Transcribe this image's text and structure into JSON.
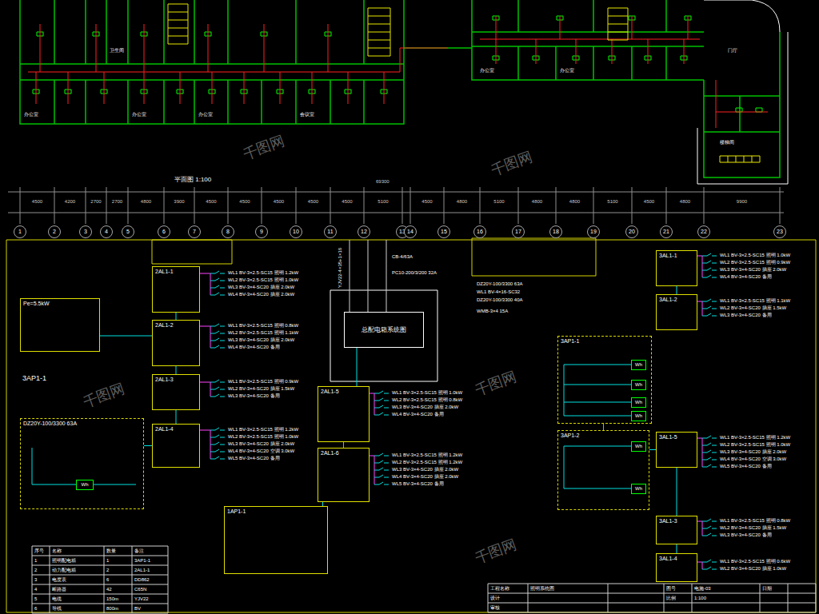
{
  "diagram": {
    "nodes": [
      {
        "text": [
          "1"
        ]
      },
      {
        "text": [
          "2"
        ]
      },
      {
        "text": [
          "3"
        ]
      },
      {
        "text": [
          "4"
        ]
      },
      {
        "text": [
          "5"
        ]
      },
      {
        "text": [
          "6"
        ]
      },
      {
        "text": [
          "7"
        ]
      },
      {
        "text": [
          "8"
        ]
      },
      {
        "text": [
          "9"
        ]
      },
      {
        "text": [
          "10"
        ]
      },
      {
        "text": [
          "11"
        ]
      },
      {
        "text": [
          "12"
        ]
      },
      {
        "text": [
          "13"
        ]
      },
      {
        "text": [
          "14"
        ]
      },
      {
        "text": [
          "15"
        ]
      },
      {
        "text": [
          "16"
        ]
      },
      {
        "text": [
          "17"
        ]
      },
      {
        "text": [
          "18"
        ]
      },
      {
        "text": [
          "19"
        ]
      },
      {
        "text": [
          "20"
        ]
      },
      {
        "text": [
          "21"
        ]
      },
      {
        "text": [
          "22"
        ]
      },
      {
        "text": [
          "23"
        ]
      },
      {
        "text": [
          "Pe=5.5kW"
        ]
      },
      {
        "text": [
          "2AL1-1"
        ]
      },
      {
        "text": [
          "2AL1-2"
        ]
      },
      {
        "text": [
          "2AL1-3"
        ]
      },
      {
        "text": [
          "DZ20Y-100/3300 63A"
        ]
      },
      {
        "text": [
          "Wh"
        ],
        "in": 27
      },
      {
        "text": [
          "2AL1-4"
        ]
      },
      {
        "text": [
          "总配电箱系统图"
        ]
      },
      {
        "text": [
          "2AL1-5"
        ]
      },
      {
        "text": [
          "2AL1-6"
        ]
      },
      {
        "text": [
          "1AP1-1"
        ]
      },
      {
        "text": [
          "3AP1-1"
        ]
      },
      {
        "text": [
          "Wh"
        ],
        "in": 34
      },
      {
        "text": [
          "Wh"
        ],
        "in": 34
      },
      {
        "text": [
          "Wh"
        ],
        "in": 34
      },
      {
        "text": [
          "Wh"
        ],
        "in": 34
      },
      {
        "text": [
          "3AP1-2"
        ]
      },
      {
        "text": [
          "Wh"
        ],
        "in": 39
      },
      {
        "text": [
          "Wh"
        ],
        "in": 39
      },
      {
        "text": [
          "3AL1-1"
        ]
      },
      {
        "text": [
          "3AL1-2"
        ]
      },
      {
        "text": [
          "3AL1-3"
        ]
      },
      {
        "text": [
          "3AL1-4"
        ]
      },
      {
        "text": [
          "3AL1-5"
        ]
      }
    ],
    "edges": [
      {
        "from": 23,
        "to": 25,
        "arrow": "none"
      },
      {
        "from": 24,
        "to": 25,
        "arrow": "none"
      },
      {
        "from": 25,
        "to": 26,
        "arrow": "none"
      },
      {
        "from": 26,
        "to": 29,
        "arrow": "none"
      },
      {
        "from": 27,
        "to": 29,
        "arrow": "none"
      },
      {
        "from": 30,
        "to": 31,
        "arrow": "none"
      },
      {
        "from": 31,
        "to": 32,
        "arrow": "none"
      },
      {
        "from": 32,
        "to": 33,
        "arrow": "none"
      },
      {
        "from": 34,
        "to": 39,
        "arrow": "none"
      },
      {
        "from": 39,
        "to": 46,
        "arrow": "none"
      },
      {
        "from": 42,
        "to": 43,
        "arrow": "none"
      },
      {
        "from": 46,
        "to": 44,
        "arrow": "none"
      },
      {
        "from": 44,
        "to": 45,
        "arrow": "none"
      }
    ],
    "labels": [
      "办公室",
      "办公室",
      "办公室",
      "会议室",
      "办公室",
      "办公室",
      "卫生间",
      "门厅",
      "楼梯间",
      "平面图 1:100",
      "69300",
      "4500",
      "4200",
      "2700",
      "2700",
      "4800",
      "3900",
      "4500",
      "4500",
      "4500",
      "4500",
      "4500",
      "5100",
      "4500",
      "4800",
      "5100",
      "4800",
      "4800",
      "5100",
      "4500",
      "4800",
      "9900",
      "千图网",
      "千图网",
      "千图网",
      "千图网",
      "千图网",
      "3AP1-1",
      "YJV22-4×35+1×16",
      "CB-4/63A",
      "PC10-200/3/200 32A",
      "DZ20Y-100/3300 63A",
      "WL1 BV-4×16-SC32",
      "DZ20Y-100/3300 40A",
      "WMB-3×4 15A",
      "WL1 BV-3×2.5-SC15 照明 1.2kW",
      "WL2 BV-3×2.5-SC15 照明 1.0kW",
      "WL3 BV-3×4-SC20 插座 2.0kW",
      "WL4 BV-3×4-SC20 插座 2.0kW",
      "WL1 BV-3×2.5-SC15 照明 0.8kW",
      "WL2 BV-3×2.5-SC15 照明 1.1kW",
      "WL3 BV-3×4-SC20 插座 2.0kW",
      "WL4 BV-3×4-SC20 备用",
      "WL1 BV-3×2.5-SC15 照明 0.9kW",
      "WL2 BV-3×4-SC20 插座 1.5kW",
      "WL3 BV-3×4-SC20 备用",
      "WL1 BV-3×2.5-SC15 照明 1.2kW",
      "WL2 BV-3×2.5-SC15 照明 1.0kW",
      "WL3 BV-3×4-SC20 插座 2.0kW",
      "WL4 BV-3×4-SC20 空调 3.0kW",
      "WL5 BV-3×4-SC20 备用",
      "WL1 BV-3×2.5-SC15 照明 1.0kW",
      "WL2 BV-3×2.5-SC15 照明 0.8kW",
      "WL3 BV-3×4-SC20 插座 2.0kW",
      "WL4 BV-3×4-SC20 备用",
      "WL1 BV-3×2.5-SC15 照明 1.2kW",
      "WL2 BV-3×2.5-SC15 照明 1.2kW",
      "WL3 BV-3×4-SC20 插座 2.0kW",
      "WL4 BV-3×4-SC20 插座 2.0kW",
      "WL5 BV-3×4-SC20 备用",
      "WL1 BV-3×2.5-SC15 照明 1.0kW",
      "WL2 BV-3×2.5-SC15 照明 0.9kW",
      "WL3 BV-3×4-SC20 插座 2.0kW",
      "WL4 BV-3×4-SC20 备用",
      "WL1 BV-3×2.5-SC15 照明 1.1kW",
      "WL2 BV-3×4-SC20 插座 1.5kW",
      "WL3 BV-3×4-SC20 备用",
      "WL1 BV-3×2.5-SC15 照明 1.2kW",
      "WL2 BV-3×2.5-SC15 照明 1.0kW",
      "WL3 BV-3×4-SC20 插座 2.0kW",
      "WL4 BV-3×4-SC20 空调 3.0kW",
      "WL5 BV-3×4-SC20 备用",
      "WL1 BV-3×2.5-SC15 照明 0.8kW",
      "WL2 BV-3×4-SC20 插座 1.5kW",
      "WL3 BV-3×4-SC20 备用",
      "WL1 BV-3×2.5-SC15 照明 0.6kW",
      "WL2 BV-3×4-SC20 插座 1.0kW",
      "序号",
      "名称",
      "数量",
      "备注",
      "1",
      "照明配电箱",
      "1",
      "3AP1-1",
      "2",
      "动力配电箱",
      "2",
      "2AL1-1",
      "3",
      "电度表",
      "6",
      "DD862",
      "4",
      "断路器",
      "42",
      "C65N",
      "5",
      "电缆",
      "150m",
      "YJV22",
      "6",
      "导线",
      "800m",
      "BV",
      "工程名称",
      "照明系统图",
      "设计",
      "审核",
      "图号",
      "电施-03",
      "比例",
      "1:100",
      "日期"
    ]
  }
}
